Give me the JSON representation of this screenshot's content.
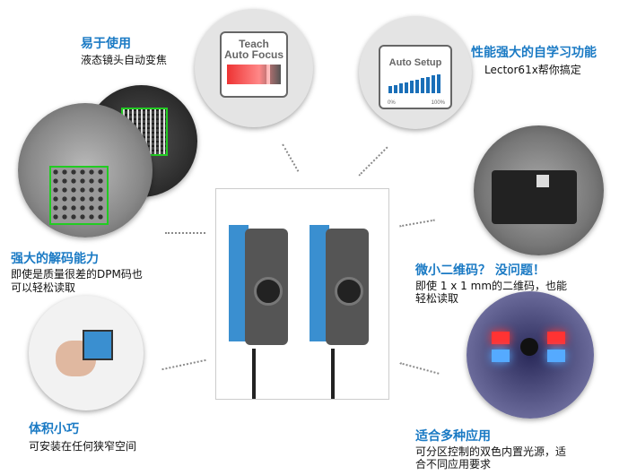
{
  "features": [
    {
      "title": "易于使用",
      "desc": [
        "液态镜头自动变焦"
      ]
    },
    {
      "title": "性能强大的自学习功能",
      "desc": [
        "Lector61x帮你搞定"
      ]
    },
    {
      "title": "强大的解码能力",
      "desc": [
        "即使是质量很差的DPM码也",
        "可以轻松读取"
      ]
    },
    {
      "title": "微小二维码？ 没问题！",
      "desc": [
        "即使 1 x 1 mm的二维码，也能",
        "轻松读取"
      ]
    },
    {
      "title": "体积小巧",
      "desc": [
        "可安装在任何狭窄空间"
      ]
    },
    {
      "title": "适合多种应用",
      "desc": [
        "可分区控制的双色内置光源，适",
        "合不同应用要求"
      ]
    }
  ],
  "teach_panel": {
    "line1": "Teach",
    "line2": "Auto Focus"
  },
  "setup_panel": {
    "title": "Auto Setup",
    "min": "0%",
    "max": "100%"
  },
  "colors": {
    "accent": "#1a7ac4",
    "camera_blue": "#3a8fd0"
  }
}
